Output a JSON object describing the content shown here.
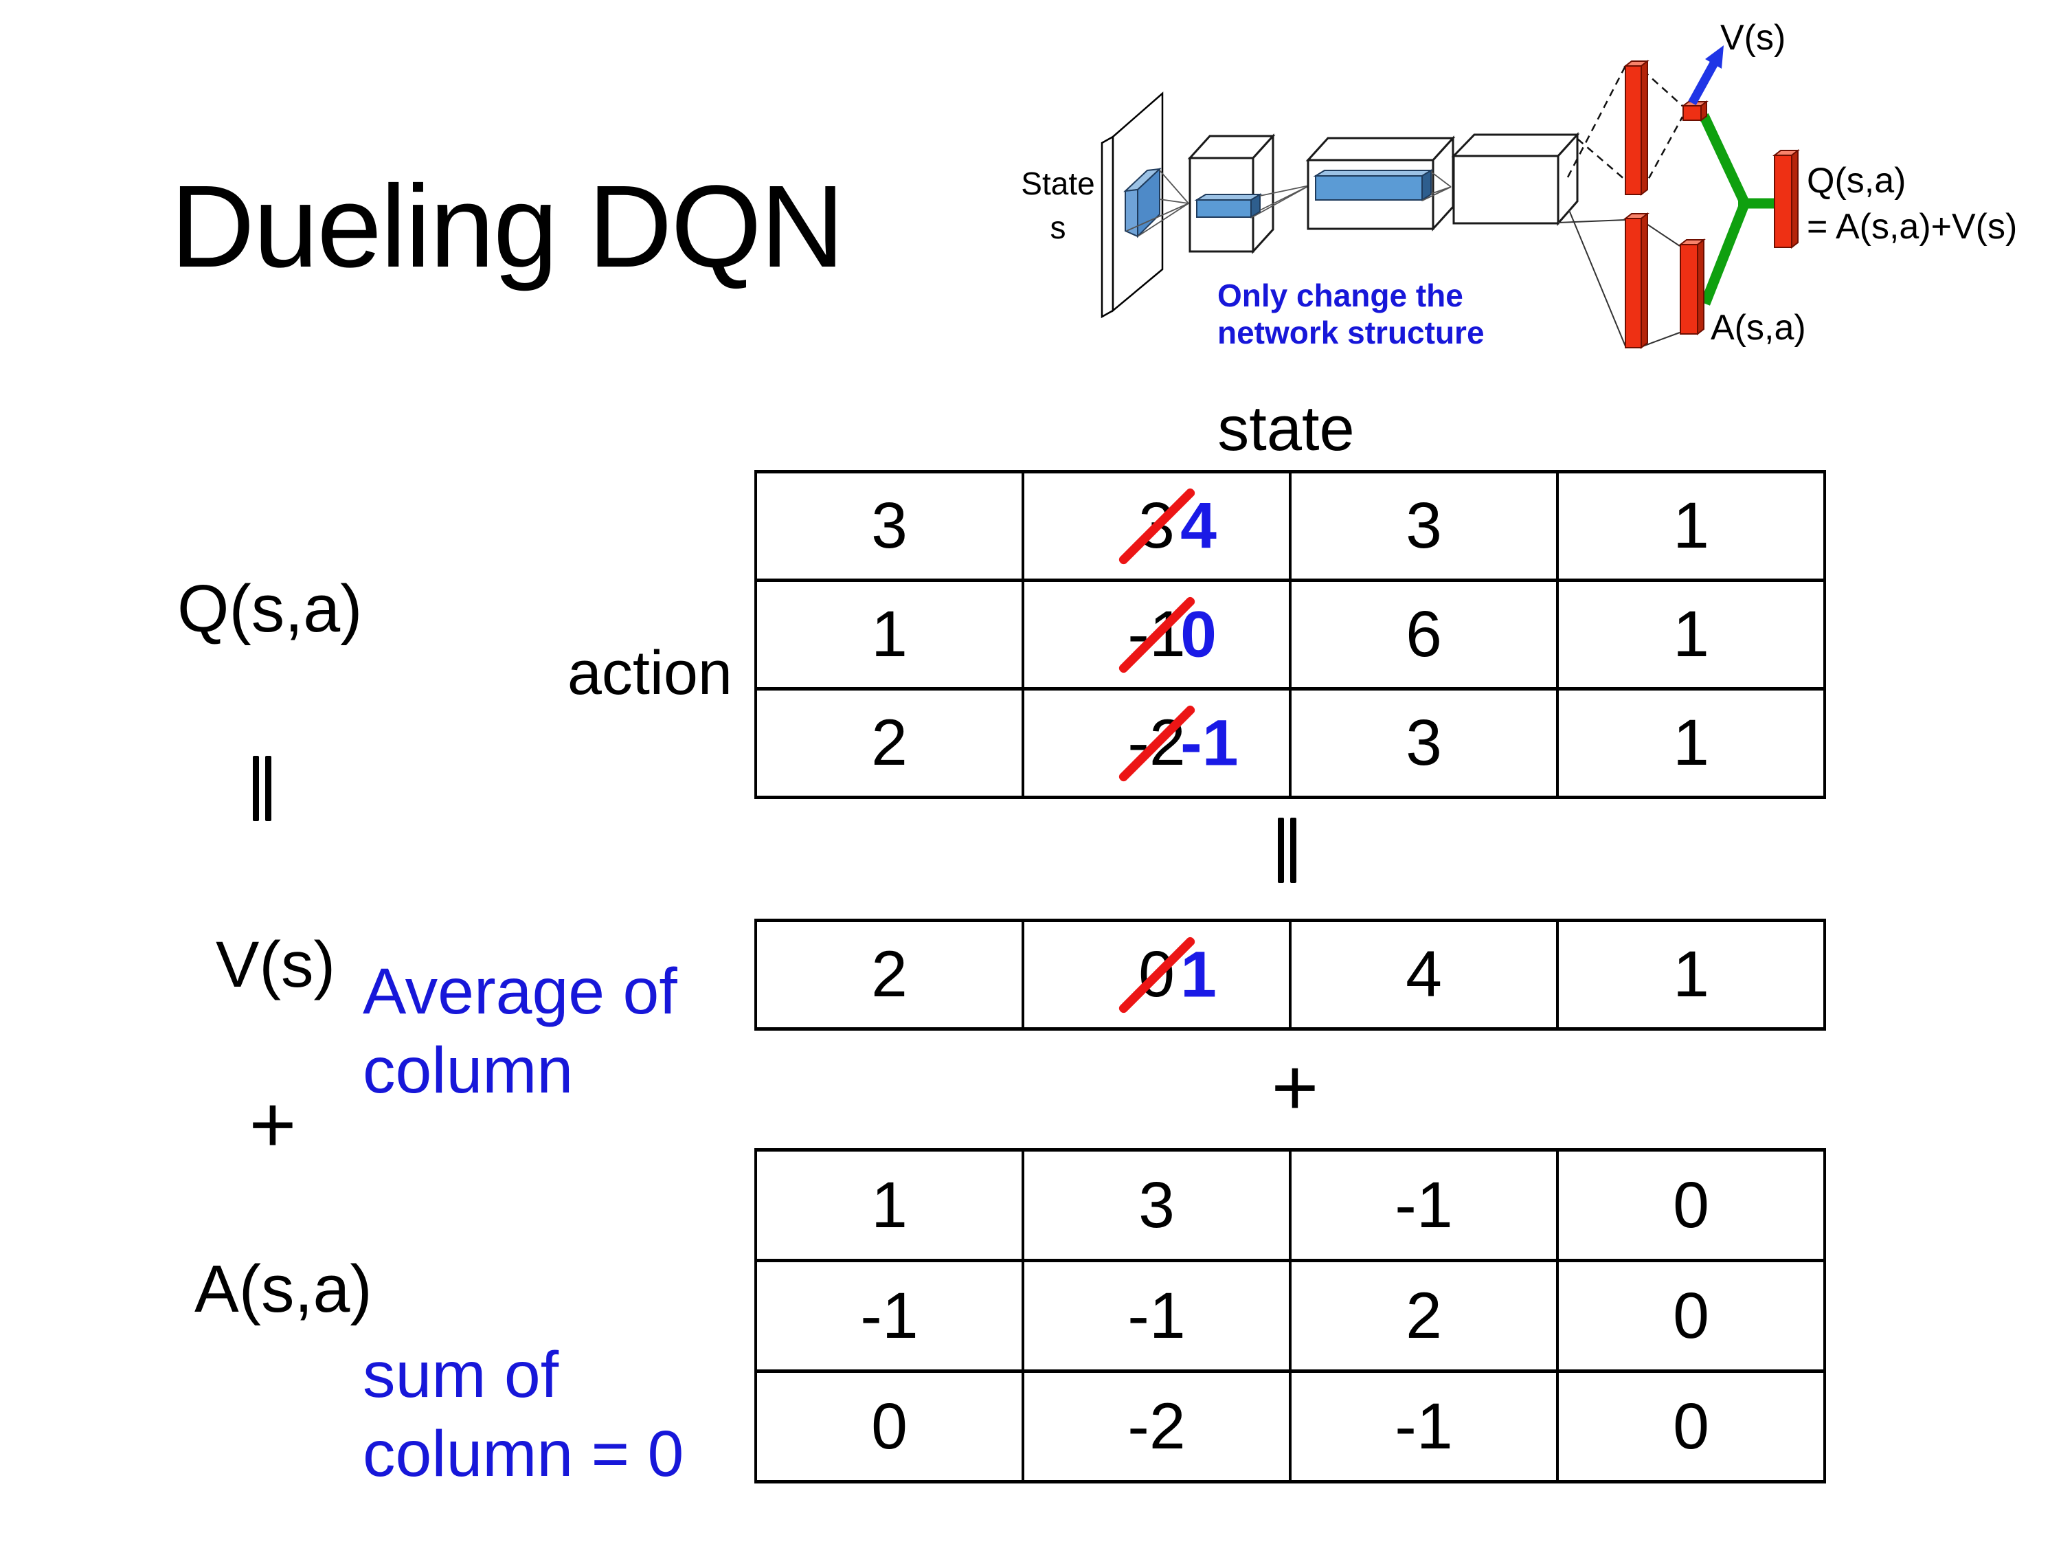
{
  "title": "Dueling DQN",
  "diagram": {
    "state_label_line1": "State",
    "state_label_line2": "s",
    "caption_line1": "Only change the",
    "caption_line2": "network structure",
    "v_output_label": "V(s)",
    "q_output_label_line1": "Q(s,a)",
    "q_output_label_line2": "= A(s,a)+V(s)",
    "a_output_label": "A(s,a)"
  },
  "labels": {
    "state_header": "state",
    "action": "action",
    "q": "Q(s,a)",
    "v": "V(s)",
    "a": "A(s,a)"
  },
  "symbols": {
    "equals": "=",
    "plus": "+"
  },
  "notes": {
    "average_line1": "Average of",
    "average_line2": "column",
    "sum_line1": "sum of",
    "sum_line2": "column = 0"
  },
  "q_table": {
    "rows": [
      {
        "c0": "3",
        "c1_old": "3",
        "c1_new": "4",
        "c2": "3",
        "c3": "1"
      },
      {
        "c0": "1",
        "c1_old": "-1",
        "c1_new": "0",
        "c2": "6",
        "c3": "1"
      },
      {
        "c0": "2",
        "c1_old": "-2",
        "c1_new": "-1",
        "c2": "3",
        "c3": "1"
      }
    ]
  },
  "v_table": {
    "c0": "2",
    "c1_old": "0",
    "c1_new": "1",
    "c2": "4",
    "c3": "1"
  },
  "a_table": {
    "rows": [
      {
        "c0": "1",
        "c1": "3",
        "c2": "-1",
        "c3": "0"
      },
      {
        "c0": "-1",
        "c1": "-1",
        "c2": "2",
        "c3": "0"
      },
      {
        "c0": "0",
        "c1": "-2",
        "c2": "-1",
        "c3": "0"
      }
    ]
  },
  "colors": {
    "annotation_blue": "#1717d9",
    "correction_blue": "#1a1ae6",
    "strike_red": "#ec1515",
    "bar_red": "#ee3014",
    "merge_green": "#0fa00f",
    "slab_blue": "#5b9bd5"
  }
}
